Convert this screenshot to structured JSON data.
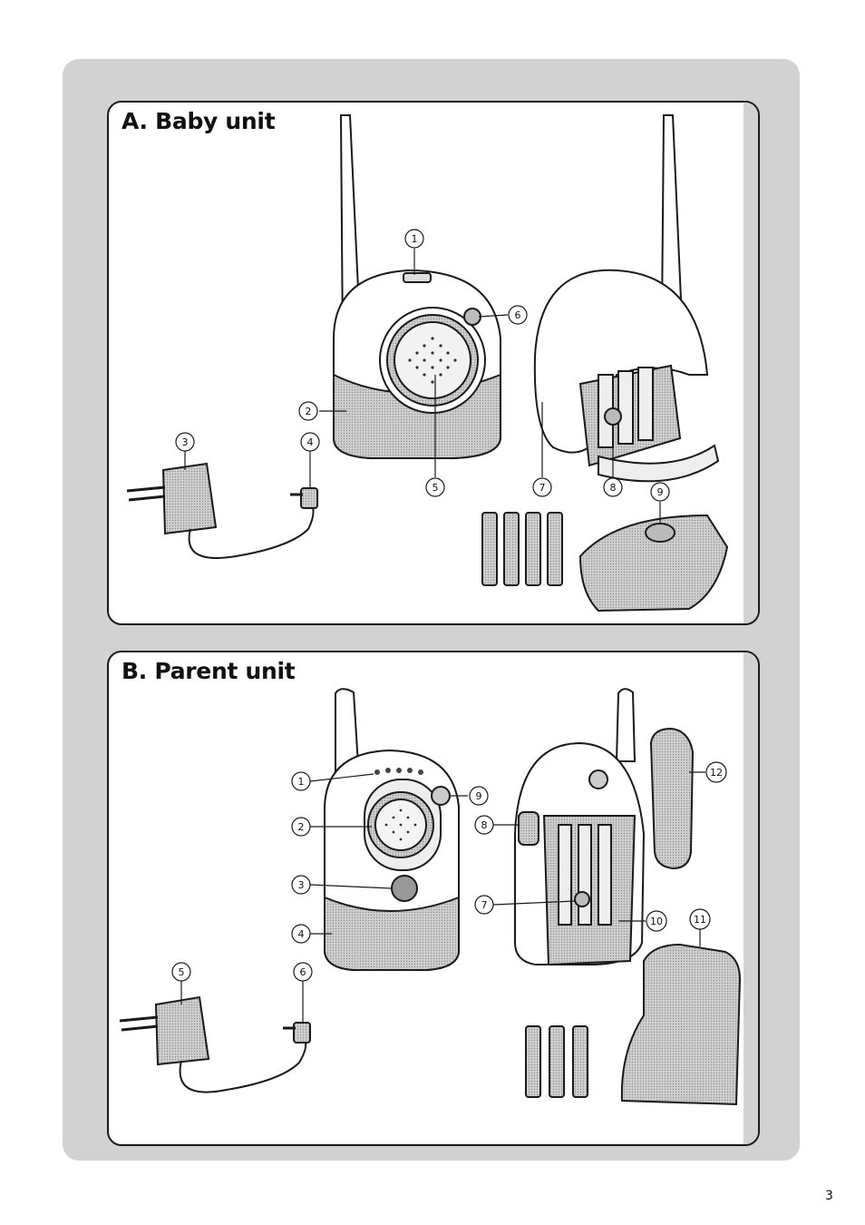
{
  "panel_a": {
    "title": "A. Baby unit",
    "callouts": [
      "1",
      "2",
      "3",
      "4",
      "5",
      "6",
      "7",
      "8",
      "9"
    ]
  },
  "panel_b": {
    "title": "B. Parent unit",
    "callouts": [
      "1",
      "2",
      "3",
      "4",
      "5",
      "6",
      "7",
      "8",
      "9",
      "10",
      "11",
      "12"
    ]
  },
  "page_number": "3",
  "colors": {
    "background_frame": "#d2d2d2",
    "shading": "#b9b9b9",
    "line": "#1a1a1a"
  }
}
